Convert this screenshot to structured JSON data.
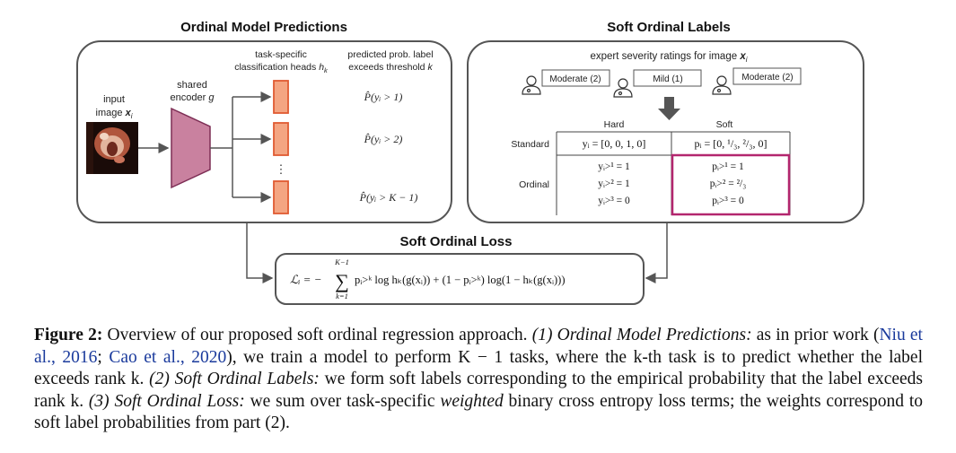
{
  "panels": {
    "predictions_title": "Ordinal Model Predictions",
    "labels_title": "Soft Ordinal Labels",
    "loss_title": "Soft Ordinal Loss"
  },
  "predictions": {
    "input_label_1": "input",
    "input_label_2": "image ",
    "input_label_var": "x",
    "input_label_sub": "i",
    "encoder_label_1": "shared",
    "encoder_label_2": "encoder ",
    "encoder_label_var": "g",
    "heads_label_1": "task-specific",
    "heads_label_2": "classification heads ",
    "heads_label_var": "h",
    "heads_label_sub": "k",
    "prob_label_1": "predicted prob. label",
    "prob_label_2": "exceeds threshold ",
    "prob_label_var": "k",
    "outputs": [
      "P̂(yᵢ > 1)",
      "P̂(yᵢ > 2)",
      "P̂(yᵢ > K − 1)"
    ],
    "ellipsis": "⋮"
  },
  "labels": {
    "ratings_title": "expert severity ratings for image ",
    "ratings_var": "x",
    "ratings_sub": "i",
    "ratings": [
      "Moderate (2)",
      "Mild (1)",
      "Moderate (2)"
    ],
    "col_hard": "Hard",
    "col_soft": "Soft",
    "row_standard": "Standard",
    "row_ordinal": "Ordinal",
    "standard_hard": "yᵢ = [0, 0, 1, 0]",
    "standard_soft": "pᵢ = [0, ¹/₃, ²/₃, 0]",
    "ordinal_hard": [
      "yᵢ>¹ = 1",
      "yᵢ>² = 1",
      "yᵢ>³ = 0"
    ],
    "ordinal_soft": [
      "pᵢ>¹ = 1",
      "pᵢ>² = ²/₃",
      "pᵢ>³ = 0"
    ]
  },
  "loss": {
    "lhs": "ℒᵢ = −",
    "sum_top": "K−1",
    "sum_bottom": "k=1",
    "sigma": "∑",
    "body": "pᵢ>ᵏ log hₖ(g(xᵢ)) + (1 − pᵢ>ᵏ) log(1 − hₖ(g(xᵢ)))"
  },
  "caption": {
    "figure": "Figure 2:",
    "intro": " Overview of our proposed soft ordinal regression approach. ",
    "p1_title": "(1) Ordinal Model Predictions:",
    "p1_a": " as in prior work (",
    "cite1": "Niu et al., 2016",
    "sep": "; ",
    "cite2": "Cao et al., 2020",
    "p1_b": "), we train a model to perform K − 1 tasks, where the k-th task is to predict whether the label exceeds rank k. ",
    "p2_title": "(2) Soft Ordinal Labels:",
    "p2": " we form soft labels corresponding to the empirical probability that the label exceeds rank k. ",
    "p3_title": "(3) Soft Ordinal Loss:",
    "p3_a": " we sum over task-specific ",
    "p3_weighted": "weighted",
    "p3_b": " binary cross entropy loss terms; the weights correspond to soft label probabilities from part (2)."
  },
  "colors": {
    "encoder": "#c9819f",
    "head_fill": "#f4a582",
    "head_stroke": "#e05a32",
    "soft_box": "#b3266e",
    "panel_stroke": "#555555"
  },
  "icons": [
    "doctor-icon",
    "doctor-icon",
    "doctor-icon",
    "down-arrow-icon"
  ]
}
